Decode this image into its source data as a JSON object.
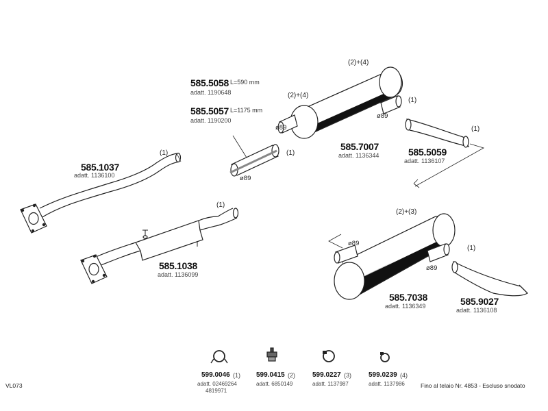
{
  "parts": [
    {
      "id": "p5058",
      "number": "585.5058",
      "dim": "L=590  mm",
      "adatt": "adatt. 1190648"
    },
    {
      "id": "p5057",
      "number": "585.5057",
      "dim": "L=1175  mm",
      "adatt": "adatt. 1190200"
    },
    {
      "id": "p1037",
      "number": "585.1037",
      "adatt": "adatt. 1136100"
    },
    {
      "id": "p1038",
      "number": "585.1038",
      "adatt": "adatt. 1136099"
    },
    {
      "id": "p7007",
      "number": "585.7007",
      "adatt": "adatt. 1136344"
    },
    {
      "id": "p5059",
      "number": "585.5059",
      "adatt": "adatt. 1136107"
    },
    {
      "id": "p7038",
      "number": "585.7038",
      "adatt": "adatt. 1136349"
    },
    {
      "id": "p9027",
      "number": "585.9027",
      "adatt": "adatt. 1136108"
    }
  ],
  "quantities": {
    "q1": "(1)",
    "q24": "(2)+(4)",
    "q23": "(2)+(3)"
  },
  "diameter": "ø89",
  "clamps": [
    {
      "number": "599.0046",
      "qty": "(1)",
      "adatt": "adatt. 02469264",
      "adatt2": "4819971"
    },
    {
      "number": "599.0415",
      "qty": "(2)",
      "adatt": "adatt. 6850149"
    },
    {
      "number": "599.0227",
      "qty": "(3)",
      "adatt": "adatt. 1137987"
    },
    {
      "number": "599.0239",
      "qty": "(4)",
      "adatt": "adatt. 1137986"
    }
  ],
  "footer_note": "Fino al telaio Nr. 4853 - Escluso snodato",
  "code": "VL073",
  "colors": {
    "line": "#222222",
    "shade": "#1a1a1a"
  }
}
